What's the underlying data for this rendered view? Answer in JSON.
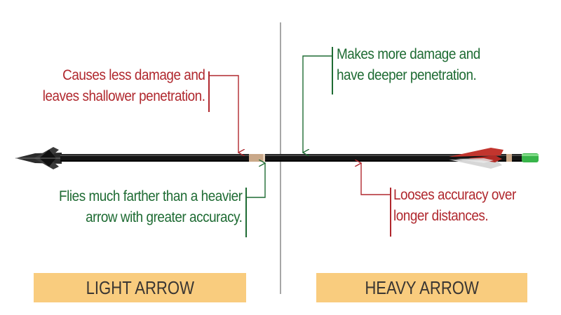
{
  "colors": {
    "negative": "#b0282e",
    "positive": "#1e6b33",
    "label_background": "#f9cc7e",
    "divider": "#8a8a8a",
    "shaft": "#141414"
  },
  "light": {
    "label": "LIGHT ARROW",
    "top_callout": {
      "line1": "Causes less damage and",
      "line2": "leaves shallower penetration."
    },
    "bottom_callout": {
      "line1": "Flies much farther than a heavier",
      "line2": "arrow with greater accuracy."
    }
  },
  "heavy": {
    "label": "HEAVY ARROW",
    "top_callout": {
      "line1": "Makes more damage and",
      "line2": "have deeper penetration."
    },
    "bottom_callout": {
      "line1": "Looses accuracy over",
      "line2": "longer distances."
    }
  }
}
